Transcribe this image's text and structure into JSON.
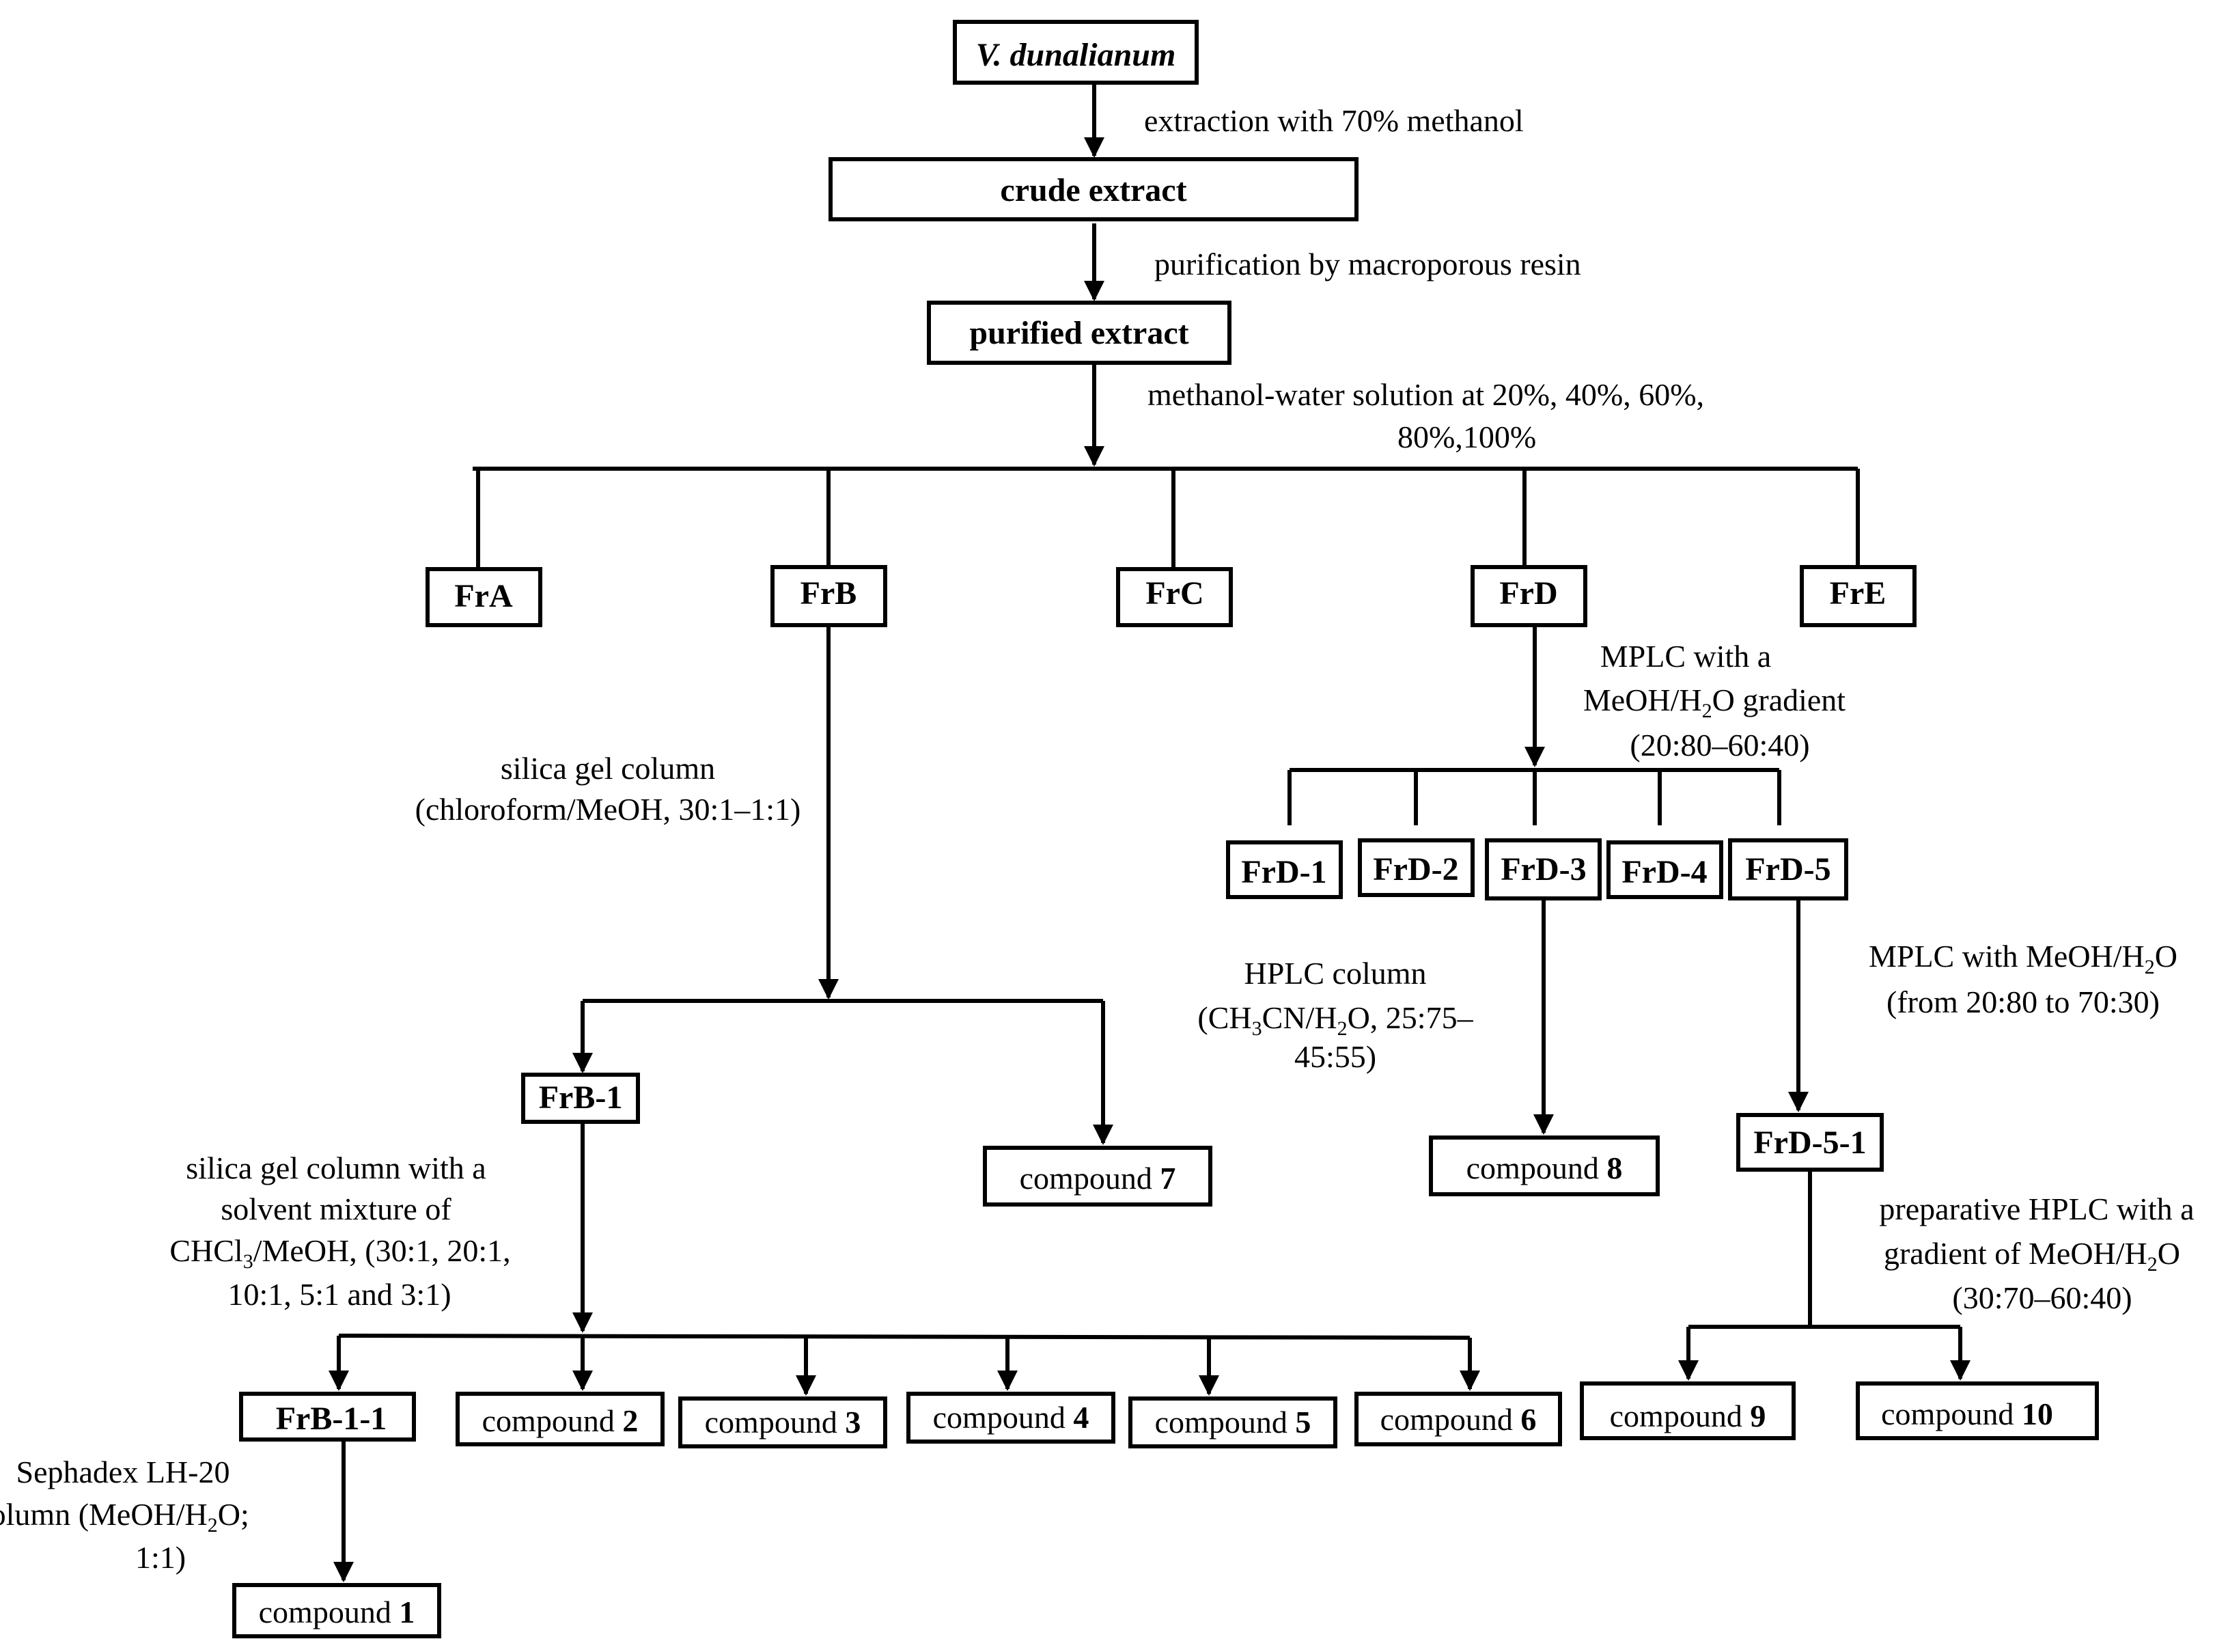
{
  "nodes": {
    "source": "V. dunalianum",
    "crude": "crude extract",
    "purified": "purified extract",
    "fra": "FrA",
    "frb": "FrB",
    "frc": "FrC",
    "frd": "FrD",
    "fre": "FrE",
    "frb1": "FrB-1",
    "frb11": "FrB-1-1",
    "frd1": "FrD-1",
    "frd2": "FrD-2",
    "frd3": "FrD-3",
    "frd4": "FrD-4",
    "frd5": "FrD-5",
    "frd51": "FrD-5-1",
    "compound_word": "compound",
    "c1": "1",
    "c2": "2",
    "c3": "3",
    "c4": "4",
    "c5": "5",
    "c6": "6",
    "c7": "7",
    "c8": "8",
    "c9": "9",
    "c10": "10"
  },
  "steps": {
    "extraction": "extraction with 70% methanol",
    "resin": "purification by macroporous resin",
    "mw_1": "methanol-water solution at 20%, 40%, 60%,",
    "mw_2": "80%,100%",
    "silica_1": "silica gel column",
    "silica_2": "(chloroform/MeOH, 30:1–1:1)",
    "mplc_1": "MPLC with a",
    "mplc_2a": "MeOH/H",
    "mplc_2b": "2",
    "mplc_2c": "O gradient",
    "mplc_3": "(20:80–60:40)",
    "hplc_1": "HPLC column",
    "hplc_2a": "(CH",
    "hplc_2b": "3",
    "hplc_2c": "CN/H",
    "hplc_2d": "2",
    "hplc_2e": "O, 25:75–",
    "hplc_3": "45:55)",
    "mplc5_1a": "MPLC with MeOH/H",
    "mplc5_1b": "2",
    "mplc5_1c": "O",
    "mplc5_2": "(from 20:80 to 70:30)",
    "sgm_1": "silica gel column with a",
    "sgm_2": "solvent mixture of",
    "sgm_3a": "CHCl",
    "sgm_3b": "3",
    "sgm_3c": "/MeOH, (30:1, 20:1,",
    "sgm_4": "10:1, 5:1 and 3:1)",
    "prep_1": "preparative HPLC with a",
    "prep_2": "gradient of MeOH/H",
    "prep_2b": "2",
    "prep_2c": "O",
    "prep_3": "(30:70–60:40)",
    "seph_1": "Sephadex LH-20",
    "seph_2a": "column (MeOH/H",
    "seph_2b": "2",
    "seph_2c": "O;",
    "seph_3": "1:1)"
  }
}
